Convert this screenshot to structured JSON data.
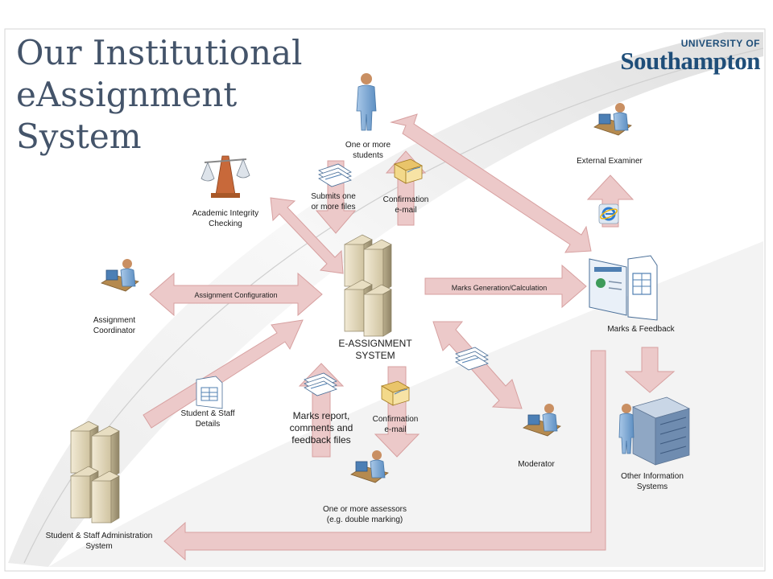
{
  "title": "Our Institutional\neAssignment\nSystem",
  "logo": {
    "line1": "UNIVERSITY OF",
    "line2": "Southampton"
  },
  "colors": {
    "arrow_fill": "#ecc9c9",
    "arrow_stroke": "#d7a0a0",
    "title": "#44546a",
    "logo": "#1f4e79"
  },
  "nodes": {
    "students": "One or more\nstudents",
    "external_examiner": "External Examiner",
    "academic_integrity": "Academic Integrity\nChecking",
    "assignment_coordinator": "Assignment\nCoordinator",
    "e_assignment": "E-ASSIGNMENT\nSYSTEM",
    "marks_feedback": "Marks & Feedback",
    "moderator": "Moderator",
    "other_systems": "Other Information\nSystems",
    "assessors": "One or more assessors\n(e.g. double marking)",
    "admin_system": "Student & Staff Administration\nSystem"
  },
  "flows": {
    "submits": "Submits one\nor more files",
    "confirmation_top": "Confirmation\ne-mail",
    "assignment_config": "Assignment Configuration",
    "marks_generation": "Marks Generation/Calculation",
    "student_staff_details": "Student & Staff\nDetails",
    "marks_report": "Marks report,\ncomments and\nfeedback files",
    "confirmation_bottom": "Confirmation\ne-mail"
  },
  "icons": [
    "person-icon",
    "computer-user-icon",
    "scales-icon",
    "server-icon",
    "documents-icon",
    "email-icon",
    "browser-icon",
    "data-center-icon"
  ]
}
